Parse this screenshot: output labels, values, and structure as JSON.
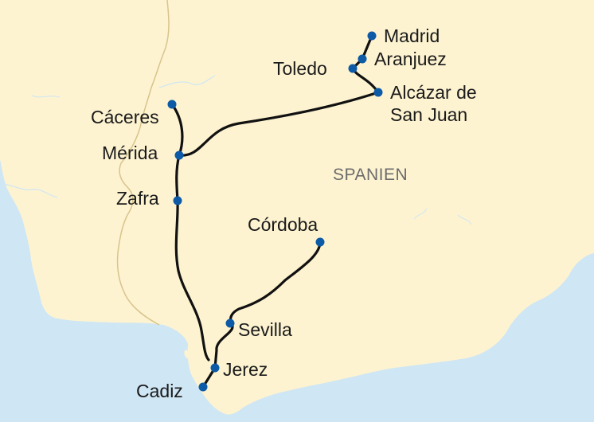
{
  "map": {
    "country_label": "SPANIEN",
    "colors": {
      "sea": "#cfe6f4",
      "land": "#fdf3d1",
      "border": "#d8c48c",
      "route": "#111111",
      "stop": "#0d5aa6"
    },
    "cities": [
      {
        "id": "madrid",
        "name": "Madrid"
      },
      {
        "id": "aranjuez",
        "name": "Aranjuez"
      },
      {
        "id": "toledo",
        "name": "Toledo"
      },
      {
        "id": "alcazar",
        "name": "Alcázar de",
        "name_line2": "San Juan"
      },
      {
        "id": "caceres",
        "name": "Cáceres"
      },
      {
        "id": "merida",
        "name": "Mérida"
      },
      {
        "id": "zafra",
        "name": "Zafra"
      },
      {
        "id": "cordoba",
        "name": "Córdoba"
      },
      {
        "id": "sevilla",
        "name": "Sevilla"
      },
      {
        "id": "jerez",
        "name": "Jerez"
      },
      {
        "id": "cadiz",
        "name": "Cadiz"
      }
    ]
  }
}
